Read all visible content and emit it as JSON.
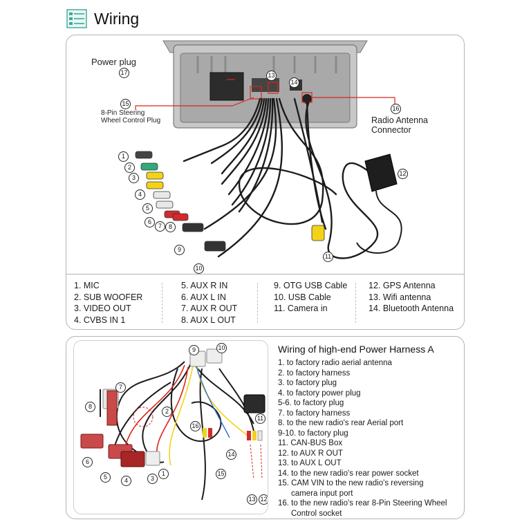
{
  "header": {
    "title": "Wiring",
    "icon": "list-icon"
  },
  "diagram_top": {
    "callouts": {
      "power_plug": "Power plug",
      "steering": "8-Pin Steering\nWheel Control Plug",
      "radio_antenna": "Radio Antenna\nConnector"
    },
    "numbers": [
      "1",
      "2",
      "3",
      "4",
      "5",
      "6",
      "7",
      "8",
      "9",
      "10",
      "11",
      "12",
      "13",
      "14",
      "15",
      "16",
      "17"
    ]
  },
  "legend": {
    "col1": [
      "1. MIC",
      "2. SUB WOOFER",
      "3. VIDEO OUT",
      "4. CVBS IN 1"
    ],
    "col2": [
      "5. AUX R IN",
      "6. AUX L IN",
      "7. AUX R OUT",
      "8. AUX L OUT"
    ],
    "col3": [
      "9. OTG USB Cable",
      "10. USB Cable",
      "11. Camera in"
    ],
    "col4": [
      "12. GPS Antenna",
      "13. Wifi antenna",
      "14. Bluetooth Antenna"
    ]
  },
  "harness": {
    "title": "Wiring of high-end Power Harness A",
    "items": [
      "1. to factory radio aerial antenna",
      "2. to factory harness",
      "3. to factory plug",
      "4. to factory power plug",
      "5-6. to factory plug",
      "7. to factory harness",
      "8. to the new radio's rear Aerial port",
      "9-10. to factory plug",
      "11. CAN-BUS Box",
      "12. to AUX R OUT",
      "13. to AUX L OUT",
      "14. to the new radio's rear power socket",
      "15. CAM VIN to the new radio's reversing",
      "camera input port",
      "16. to the new radio's rear 8-Pin Steering Wheel",
      "Control socket"
    ],
    "photo_numbers": [
      "1",
      "2",
      "3",
      "4",
      "5",
      "6",
      "7",
      "8",
      "9",
      "10",
      "11",
      "12",
      "13",
      "14",
      "15",
      "16"
    ]
  },
  "colors": {
    "accent_teal": "#3aaa9a",
    "callout_red": "#d9261c",
    "border": "#b3b3b3"
  }
}
